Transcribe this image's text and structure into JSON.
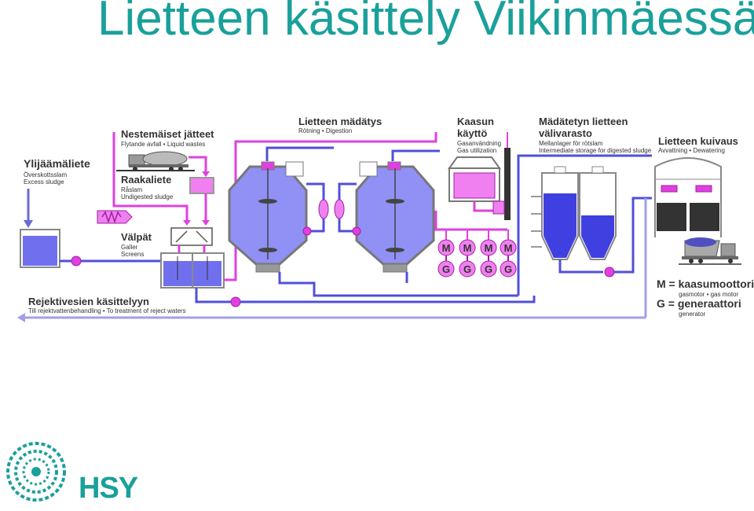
{
  "title": "Lietteen käsittely Viikinmäessä",
  "labels": {
    "excess_sludge": {
      "title": "Ylijäämäliete",
      "sub1": "Överskottsslam",
      "sub2": "Excess sludge"
    },
    "liquid_wastes": {
      "title": "Nestemäiset jätteet",
      "sub1": "Flytande avfall • Liquid wastes"
    },
    "raw_sludge": {
      "title": "Raakaliete",
      "sub1": "Råslam",
      "sub2": "Undigested sludge"
    },
    "screens": {
      "title": "Välpät",
      "sub1": "Galler",
      "sub2": "Screens"
    },
    "digestion": {
      "title": "Lietteen mädätys",
      "sub1": "Rötning • Digestion"
    },
    "gas_use": {
      "title": "Kaasun",
      "title2": "käyttö",
      "sub1": "Gasanvändning",
      "sub2": "Gas utilization"
    },
    "storage": {
      "title": "Mädätetyn lietteen",
      "title2": "välivarasto",
      "sub1": "Mellanlager för rötslam",
      "sub2": "Intermediate storage for digested sludge"
    },
    "dewatering": {
      "title": "Lietteen kuivaus",
      "sub1": "Avvattning • Dewatering"
    },
    "reject": {
      "title": "Rejektivesien käsittelyyn",
      "sub1": "Till rejektvattenbehandling • To treatment of reject waters"
    },
    "motor_legend": {
      "title": "M = kaasumoottori",
      "sub1": "gasmotor • gas motor"
    },
    "generator_legend": {
      "title": "G = generaattori",
      "sub1": "generator"
    }
  },
  "motor_letter": "M",
  "generator_letter": "G",
  "brand": "HSY",
  "colors": {
    "title": "#1aa09b",
    "sludge": "#5a5ae8",
    "pipe_pink": "#e040e0",
    "pipe_blue": "#5050d8",
    "tank_fill": "#8080f0",
    "pink_fill": "#f080f0",
    "dark_sludge": "#333333",
    "brand": "#1aa09b"
  }
}
